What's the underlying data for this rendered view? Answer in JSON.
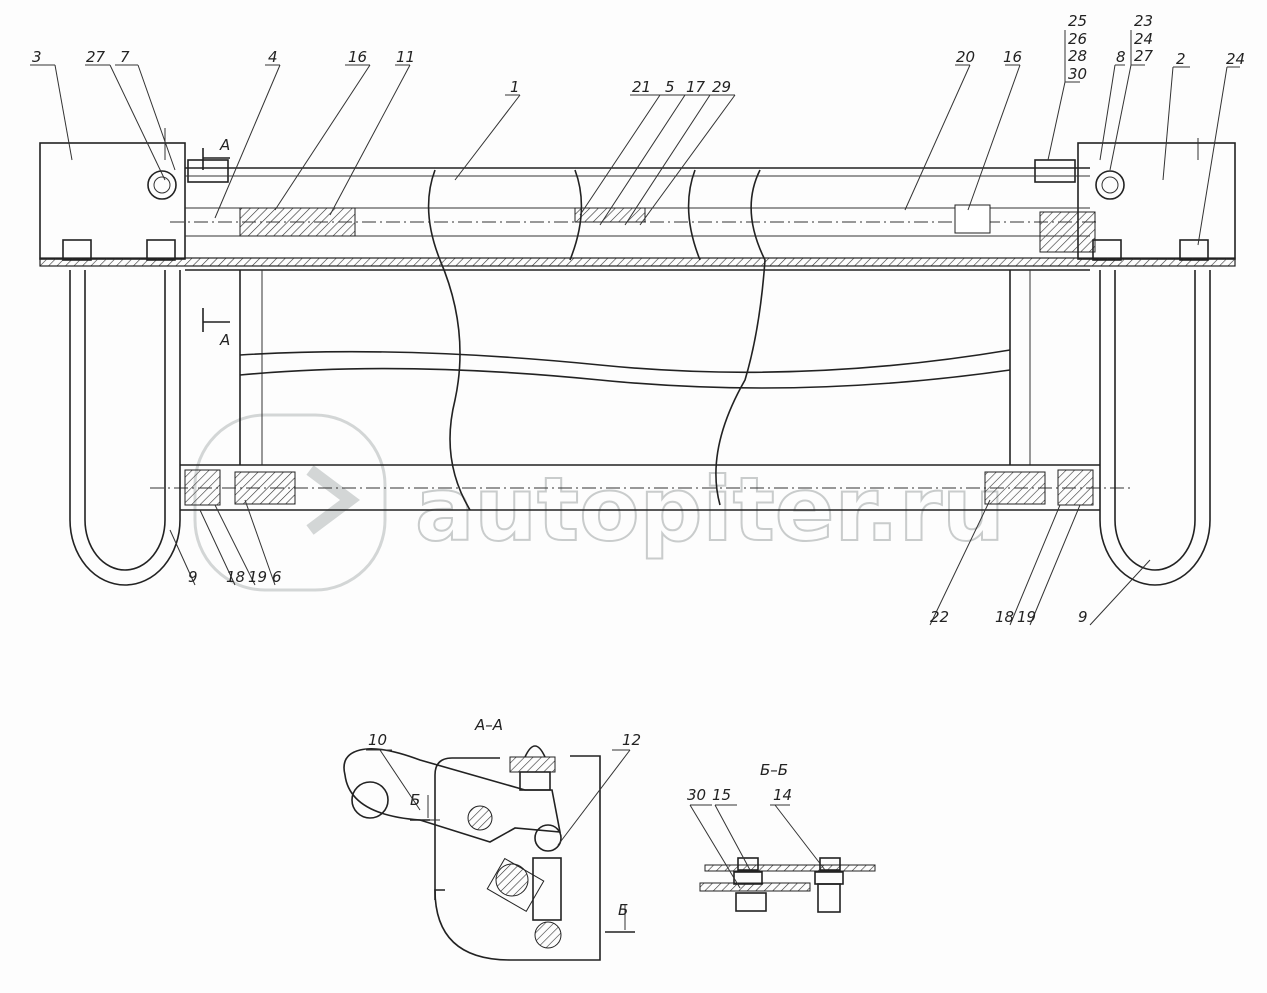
{
  "drawing": {
    "labels": {
      "l3": "3",
      "l27a": "27",
      "l7": "7",
      "l4": "4",
      "l16a": "16",
      "l11": "11",
      "l1": "1",
      "l21": "21",
      "l5": "5",
      "l17": "17",
      "l29": "29",
      "l20": "20",
      "l16b": "16",
      "l25": "25",
      "l26": "26",
      "l28": "28",
      "l30a": "30",
      "l23": "23",
      "l24a": "24",
      "l27b": "27",
      "l8": "8",
      "l2": "2",
      "l24b": "24",
      "l9a": "9",
      "l18a": "18",
      "l19a": "19",
      "l6": "6",
      "l22": "22",
      "l18b": "18",
      "l19b": "19",
      "l9b": "9",
      "l10": "10",
      "l12": "12",
      "l30b": "30",
      "l15": "15",
      "l14": "14"
    },
    "section_marks": {
      "a_top": "А",
      "a_bottom": "А",
      "b_left": "Б",
      "b_right": "Б"
    },
    "section_titles": {
      "aa": "А–А",
      "bb": "Б–Б"
    },
    "watermark": "autopiter.ru"
  }
}
